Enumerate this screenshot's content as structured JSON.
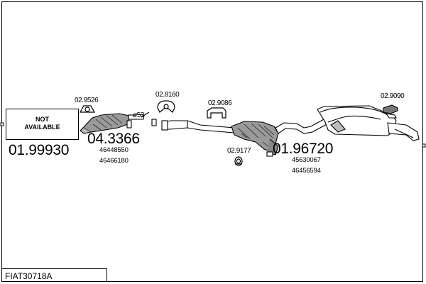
{
  "diagram": {
    "title": "FIAT30718A",
    "not_available": "NOT\nAVAILABLE",
    "parts": [
      {
        "number": "01.99930"
      },
      {
        "number": "04.3366",
        "refs": [
          "46448550",
          "46466180"
        ]
      },
      {
        "number": "01.96720",
        "refs": [
          "45630067",
          "46456594"
        ]
      }
    ],
    "fittings": [
      "02.9526",
      "02.8160",
      "02.9086",
      "02.9177",
      "02.9090"
    ],
    "pipe_size": "ø53"
  }
}
